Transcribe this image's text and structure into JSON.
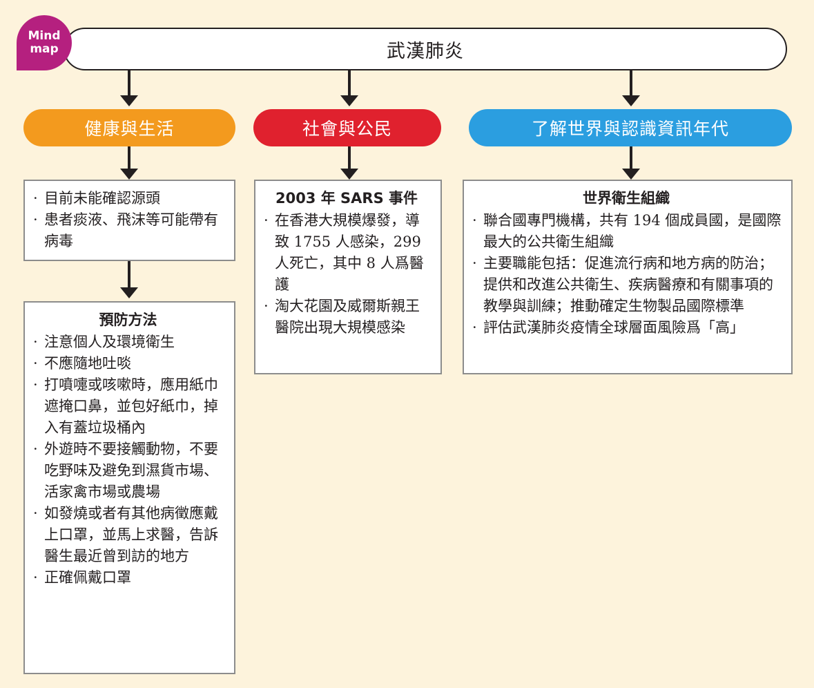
{
  "badge": {
    "line1": "Mind",
    "line2": "map"
  },
  "title": "武漢肺炎",
  "colors": {
    "orange": "#f39a1e",
    "red": "#e0212e",
    "blue": "#2b9ee0",
    "badge": "#b5207f"
  },
  "categories": [
    {
      "label": "健康與生活"
    },
    {
      "label": "社會與公民"
    },
    {
      "label": "了解世界與認識資訊年代"
    }
  ],
  "health_box": {
    "items": [
      "目前未能確認源頭",
      "患者痰液、飛沫等可能帶有病毒"
    ]
  },
  "prevention_box": {
    "title": "預防方法",
    "items": [
      "注意個人及環境衛生",
      "不應隨地吐啖",
      "打噴嚏或咳嗽時，應用紙巾遮掩口鼻，並包好紙巾，掉入有蓋垃圾桶內",
      "外遊時不要接觸動物，不要吃野味及避免到濕貨市場、活家禽市場或農場",
      "如發燒或者有其他病徵應戴上口罩，並馬上求醫，告訴醫生最近曾到訪的地方",
      "正確佩戴口罩"
    ]
  },
  "society_box": {
    "title": "2003 年 SARS 事件",
    "items": [
      "在香港大規模爆發，導致 1755 人感染，299 人死亡，其中 8 人爲醫護",
      "淘大花園及威爾斯親王醫院出現大規模感染"
    ]
  },
  "world_box": {
    "title": "世界衛生組織",
    "items": [
      "聯合國專門機構，共有 194 個成員國，是國際最大的公共衛生組織",
      "主要職能包括：促進流行病和地方病的防治；提供和改進公共衛生、疾病醫療和有關事項的教學與訓練；推動確定生物製品國際標準",
      "評估武漢肺炎疫情全球層面風險爲「高」"
    ]
  }
}
